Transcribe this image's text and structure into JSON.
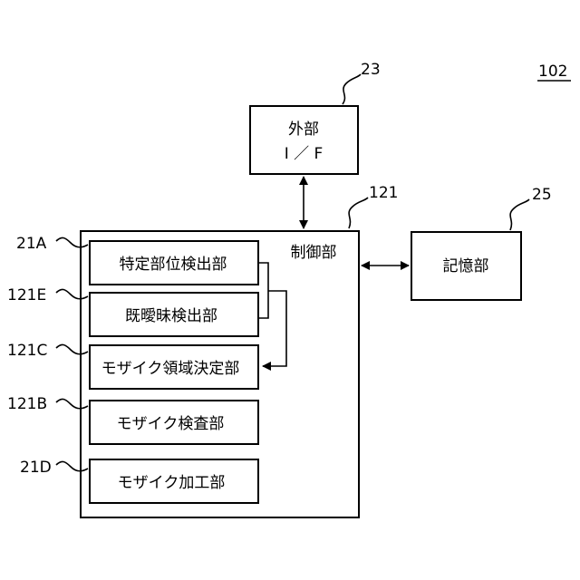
{
  "figure_number": "102",
  "external_if": {
    "ref": "23",
    "line1": "外部",
    "line2": "I ／ F"
  },
  "control_unit": {
    "ref": "121",
    "label": "制御部",
    "modules": [
      {
        "ref": "21A",
        "label": "特定部位検出部"
      },
      {
        "ref": "121E",
        "label": "既曖昧検出部"
      },
      {
        "ref": "121C",
        "label": "モザイク領域決定部"
      },
      {
        "ref": "121B",
        "label": "モザイク検査部"
      },
      {
        "ref": "21D",
        "label": "モザイク加工部"
      }
    ]
  },
  "storage": {
    "ref": "25",
    "label": "記憶部"
  }
}
